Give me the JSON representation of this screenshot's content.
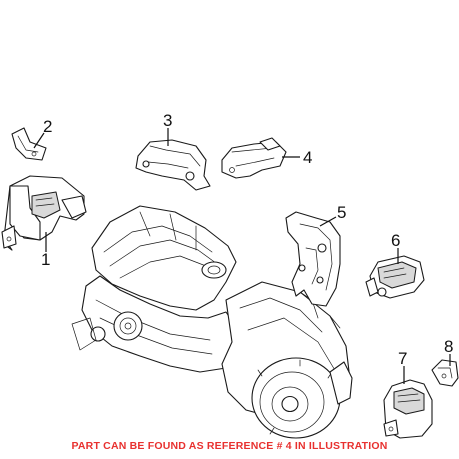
{
  "callouts": [
    {
      "id": "1",
      "label": "1"
    },
    {
      "id": "2",
      "label": "2"
    },
    {
      "id": "3",
      "label": "3"
    },
    {
      "id": "4",
      "label": "4"
    },
    {
      "id": "5",
      "label": "5"
    },
    {
      "id": "6",
      "label": "6"
    },
    {
      "id": "7",
      "label": "7"
    },
    {
      "id": "8",
      "label": "8"
    }
  ],
  "footer_note": "PART CAN BE FOUND AS REFERENCE # 4 IN ILLUSTRATION",
  "colors": {
    "note_text": "#e8312f",
    "line_art": "#1a1a1a",
    "background": "#ffffff"
  }
}
